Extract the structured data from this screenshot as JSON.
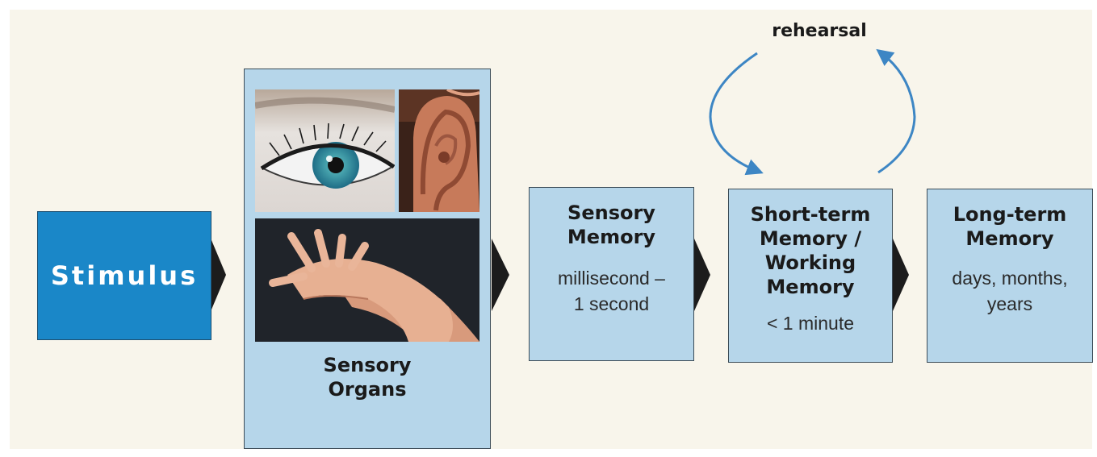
{
  "stimulus": {
    "label": "Stimulus"
  },
  "sensory_organs": {
    "label": "Sensory\nOrgans",
    "images": [
      "eye",
      "ear",
      "hands"
    ]
  },
  "sensory_memory": {
    "title": "Sensory\nMemory",
    "duration": "millisecond –\n1 second"
  },
  "short_term_memory": {
    "title": "Short-term\nMemory /\nWorking\nMemory",
    "duration": "< 1 minute"
  },
  "long_term_memory": {
    "title": "Long-term\nMemory",
    "duration": "days, months,\nyears"
  },
  "rehearsal": {
    "label": "rehearsal"
  },
  "colors": {
    "stimulus_fill": "#1a87c8",
    "box_fill": "#b6d6ea",
    "background": "#f8f5eb",
    "arrow": "#1c1c1c",
    "loop_arrow": "#3d86c4"
  }
}
